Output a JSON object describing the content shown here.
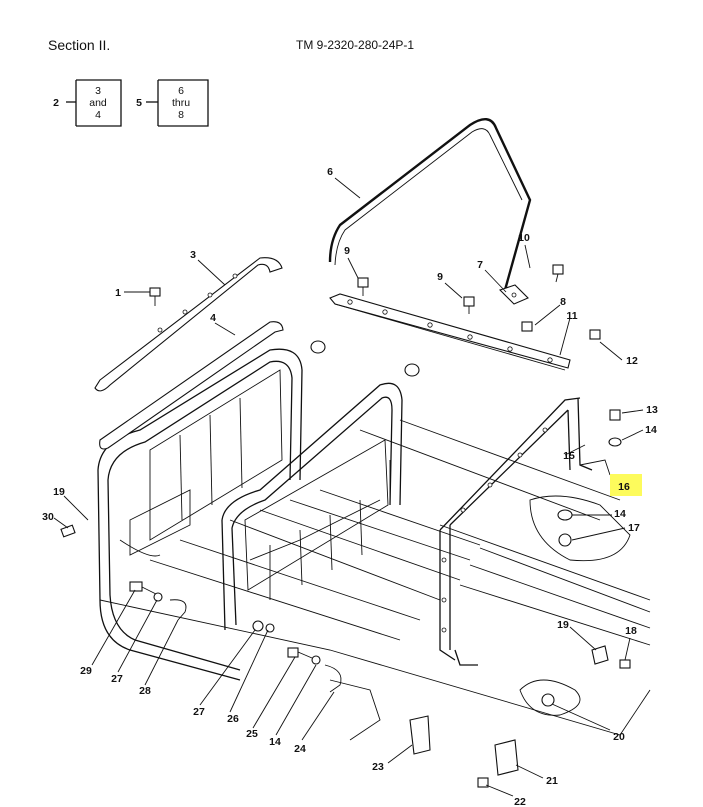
{
  "header": {
    "section": "Section II.",
    "tm_number": "TM 9-2320-280-24P-1"
  },
  "locator": {
    "box_a": {
      "pointer": "2",
      "lines": [
        "3",
        "and",
        "4"
      ]
    },
    "box_b": {
      "pointer": "5",
      "lines": [
        "6",
        "thru",
        "8"
      ]
    }
  },
  "callouts": {
    "c1": "1",
    "c2": "3",
    "c3": "4",
    "c4": "6",
    "c5": "7",
    "c6": "8",
    "c7": "9",
    "c8": "9",
    "c9": "10",
    "c10": "11",
    "c11": "12",
    "c12": "13",
    "c13": "14",
    "c14": "15",
    "c15": "16",
    "c16": "14",
    "c17": "17",
    "c18": "19",
    "c19": "30",
    "c20": "29",
    "c21": "27",
    "c22": "28",
    "c23": "27",
    "c24": "26",
    "c25": "25",
    "c26": "14",
    "c27": "24",
    "c28": "19",
    "c29": "18",
    "c30": "20",
    "c31": "23",
    "c32": "21",
    "c33": "22"
  },
  "highlight_color": "#fdfb5c"
}
